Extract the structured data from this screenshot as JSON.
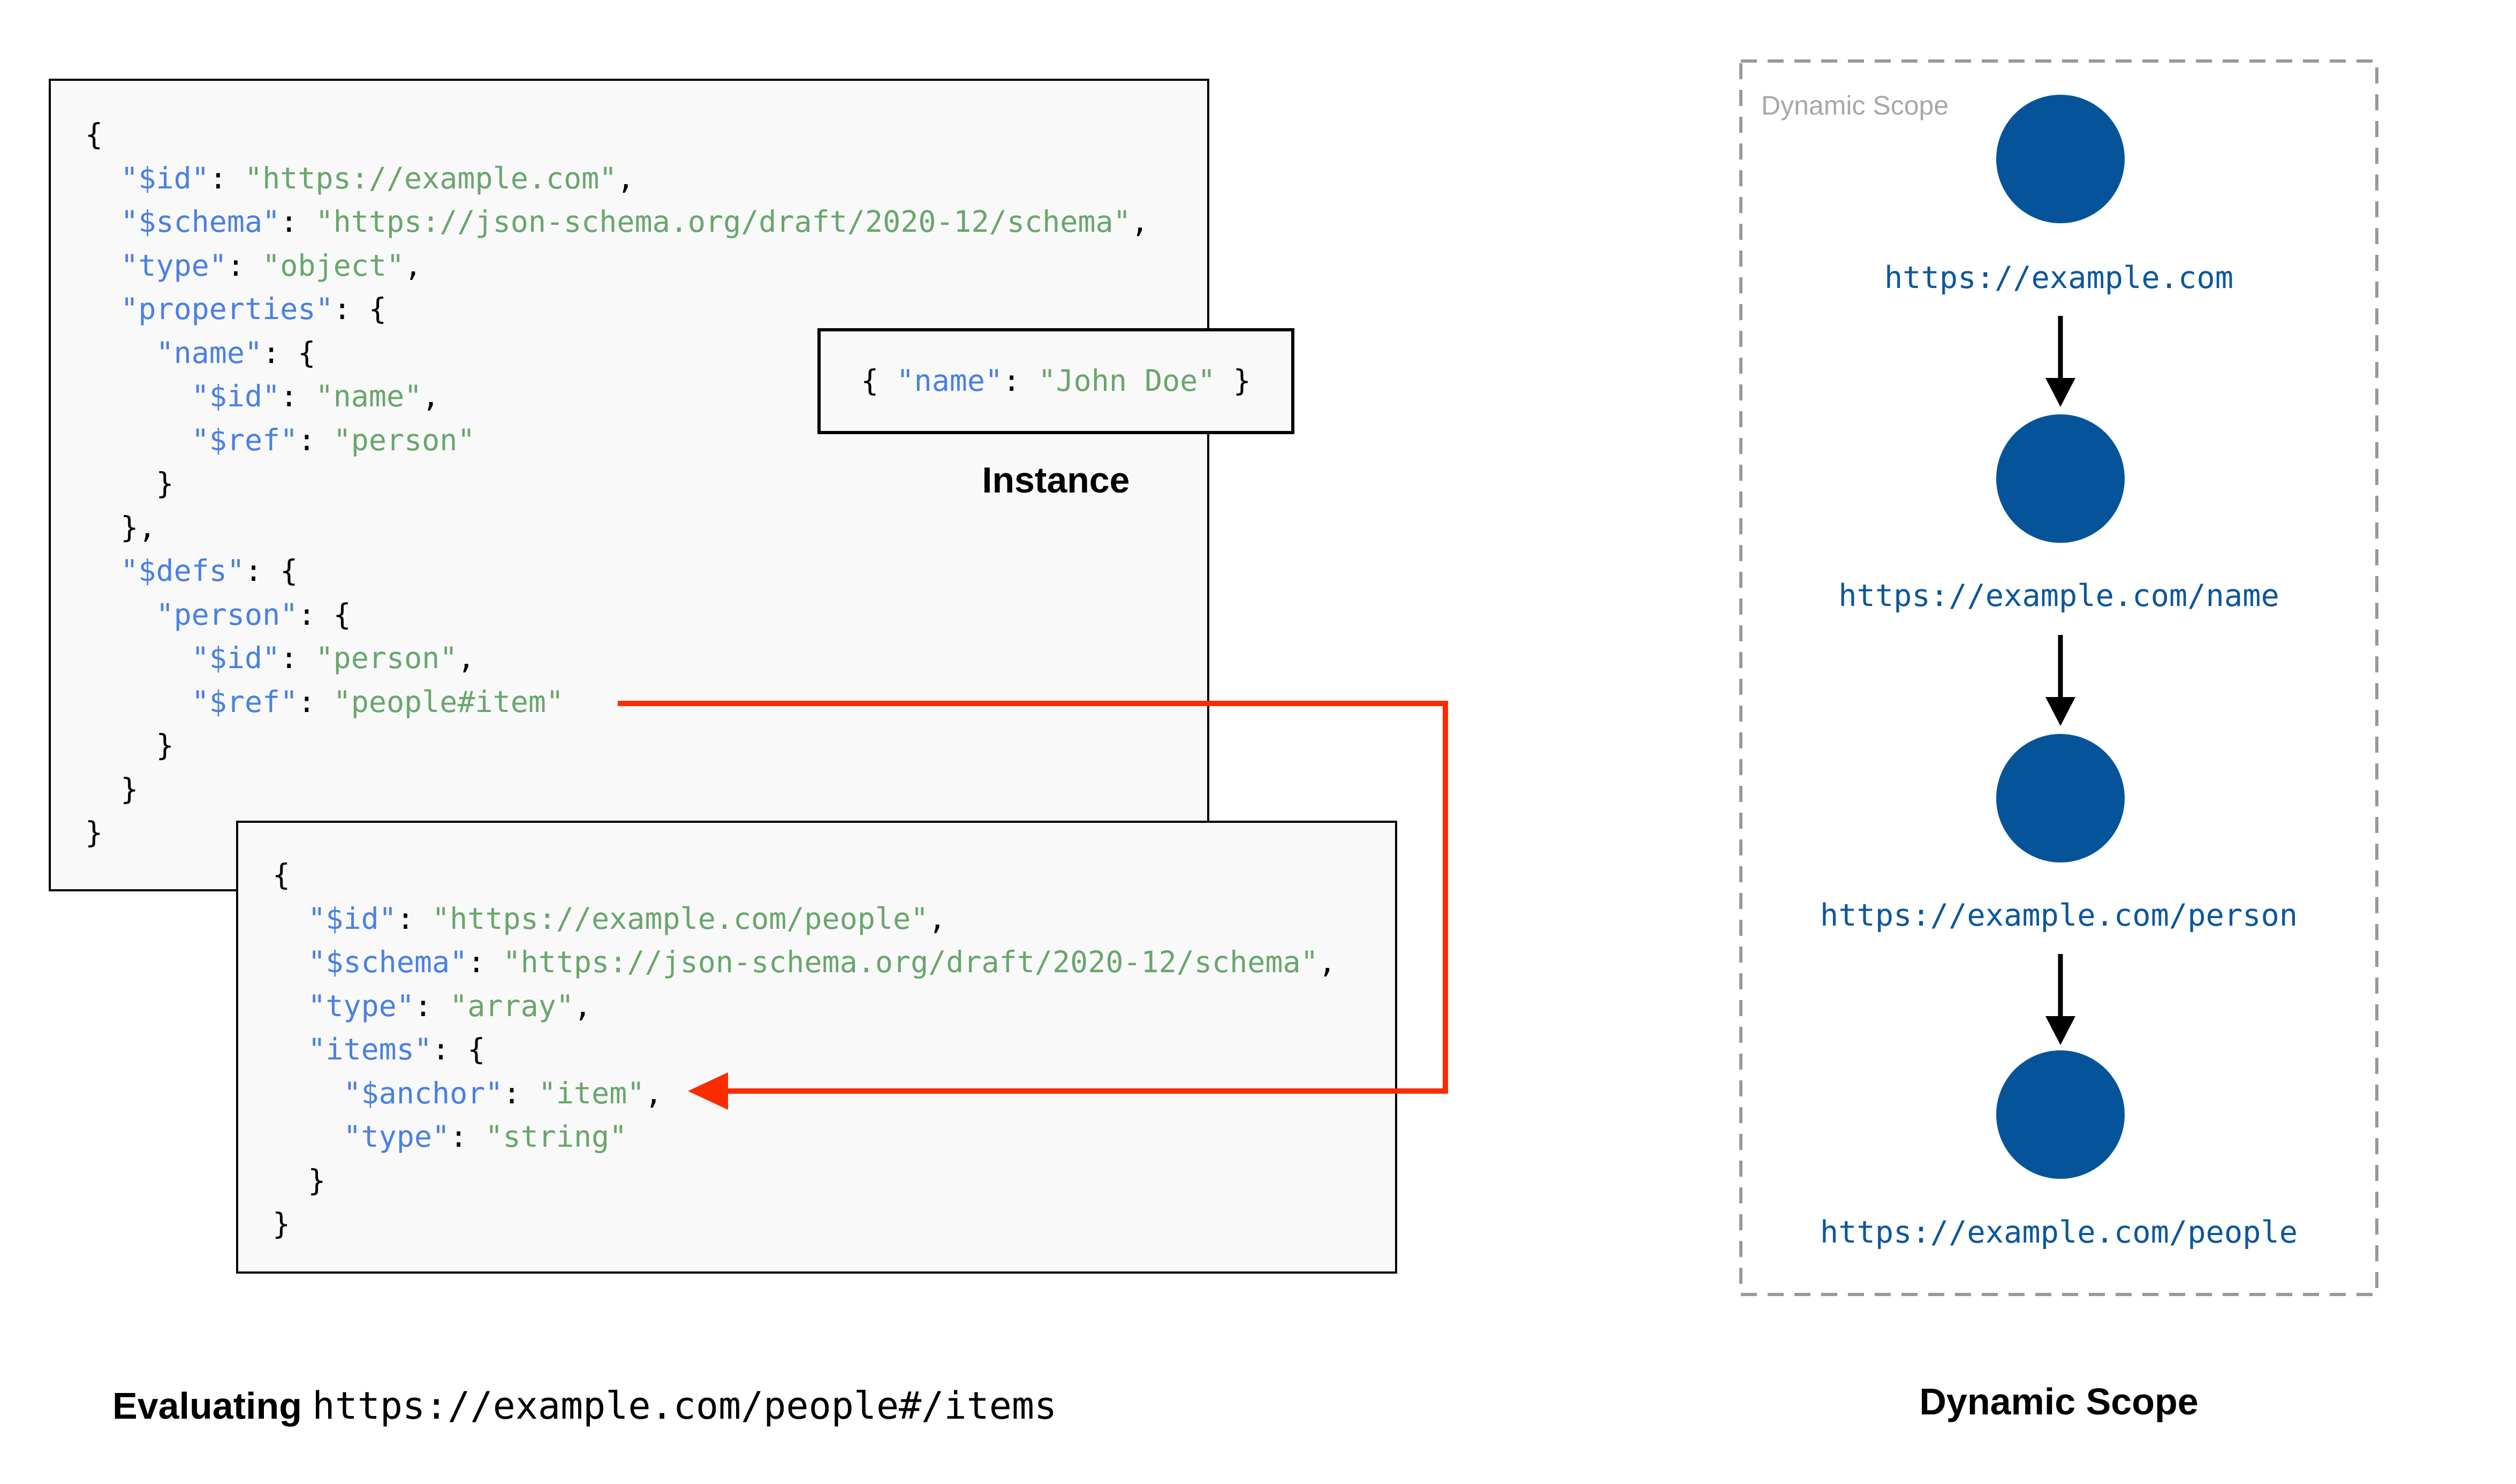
{
  "colors": {
    "key_blue": "#4a80e4",
    "value_green": "#69a66d",
    "punct_black": "#000000",
    "node_circle_blue": "#05549a",
    "scope_url_blue": "#0d579c",
    "ref_arrow_red": "#fb2b00",
    "dashed_border_gray": "#999999",
    "panel_label_gray": "#a8a8a8",
    "code_box_bg": "#f9f9f9"
  },
  "schema_box_1": {
    "lines": [
      [
        [
          "p",
          "{"
        ]
      ],
      [
        [
          "p",
          "  "
        ],
        [
          "k",
          "\"$id\""
        ],
        [
          "p",
          ": "
        ],
        [
          "s",
          "\"https://example.com\""
        ],
        [
          "p",
          ","
        ]
      ],
      [
        [
          "p",
          "  "
        ],
        [
          "k",
          "\"$schema\""
        ],
        [
          "p",
          ": "
        ],
        [
          "s",
          "\"https://json-schema.org/draft/2020-12/schema\""
        ],
        [
          "p",
          ","
        ]
      ],
      [
        [
          "p",
          "  "
        ],
        [
          "k",
          "\"type\""
        ],
        [
          "p",
          ": "
        ],
        [
          "s",
          "\"object\""
        ],
        [
          "p",
          ","
        ]
      ],
      [
        [
          "p",
          "  "
        ],
        [
          "k",
          "\"properties\""
        ],
        [
          "p",
          ": {"
        ]
      ],
      [
        [
          "p",
          "    "
        ],
        [
          "k",
          "\"name\""
        ],
        [
          "p",
          ": {"
        ]
      ],
      [
        [
          "p",
          "      "
        ],
        [
          "k",
          "\"$id\""
        ],
        [
          "p",
          ": "
        ],
        [
          "s",
          "\"name\""
        ],
        [
          "p",
          ","
        ]
      ],
      [
        [
          "p",
          "      "
        ],
        [
          "k",
          "\"$ref\""
        ],
        [
          "p",
          ": "
        ],
        [
          "s",
          "\"person\""
        ]
      ],
      [
        [
          "p",
          "    }"
        ]
      ],
      [
        [
          "p",
          "  },"
        ]
      ],
      [
        [
          "p",
          "  "
        ],
        [
          "k",
          "\"$defs\""
        ],
        [
          "p",
          ": {"
        ]
      ],
      [
        [
          "p",
          "    "
        ],
        [
          "k",
          "\"person\""
        ],
        [
          "p",
          ": {"
        ]
      ],
      [
        [
          "p",
          "      "
        ],
        [
          "k",
          "\"$id\""
        ],
        [
          "p",
          ": "
        ],
        [
          "s",
          "\"person\""
        ],
        [
          "p",
          ","
        ]
      ],
      [
        [
          "p",
          "      "
        ],
        [
          "k",
          "\"$ref\""
        ],
        [
          "p",
          ": "
        ],
        [
          "s",
          "\"people#item\""
        ]
      ],
      [
        [
          "p",
          "    }"
        ]
      ],
      [
        [
          "p",
          "  }"
        ]
      ],
      [
        [
          "p",
          "}"
        ]
      ]
    ]
  },
  "schema_box_2": {
    "lines": [
      [
        [
          "p",
          "{"
        ]
      ],
      [
        [
          "p",
          "  "
        ],
        [
          "k",
          "\"$id\""
        ],
        [
          "p",
          ": "
        ],
        [
          "s",
          "\"https://example.com/people\""
        ],
        [
          "p",
          ","
        ]
      ],
      [
        [
          "p",
          "  "
        ],
        [
          "k",
          "\"$schema\""
        ],
        [
          "p",
          ": "
        ],
        [
          "s",
          "\"https://json-schema.org/draft/2020-12/schema\""
        ],
        [
          "p",
          ","
        ]
      ],
      [
        [
          "p",
          "  "
        ],
        [
          "k",
          "\"type\""
        ],
        [
          "p",
          ": "
        ],
        [
          "s",
          "\"array\""
        ],
        [
          "p",
          ","
        ]
      ],
      [
        [
          "p",
          "  "
        ],
        [
          "k",
          "\"items\""
        ],
        [
          "p",
          ": {"
        ]
      ],
      [
        [
          "p",
          "    "
        ],
        [
          "k",
          "\"$anchor\""
        ],
        [
          "p",
          ": "
        ],
        [
          "s",
          "\"item\""
        ],
        [
          "p",
          ","
        ]
      ],
      [
        [
          "p",
          "    "
        ],
        [
          "k",
          "\"type\""
        ],
        [
          "p",
          ": "
        ],
        [
          "s",
          "\"string\""
        ]
      ],
      [
        [
          "p",
          "  }"
        ]
      ],
      [
        [
          "p",
          "}"
        ]
      ]
    ]
  },
  "instance": {
    "tokens": [
      [
        "p",
        "{ "
      ],
      [
        "k",
        "\"name\""
      ],
      [
        "p",
        ": "
      ],
      [
        "s",
        "\"John Doe\""
      ],
      [
        "p",
        " }"
      ]
    ],
    "label": "Instance"
  },
  "evaluating": {
    "prefix": "Evaluating ",
    "uri": "https://example.com/people#/items"
  },
  "dynamic_scope": {
    "panel_label": "Dynamic Scope",
    "caption": "Dynamic Scope",
    "nodes": [
      {
        "url": "https://example.com"
      },
      {
        "url": "https://example.com/name"
      },
      {
        "url": "https://example.com/person"
      },
      {
        "url": "https://example.com/people"
      }
    ]
  }
}
